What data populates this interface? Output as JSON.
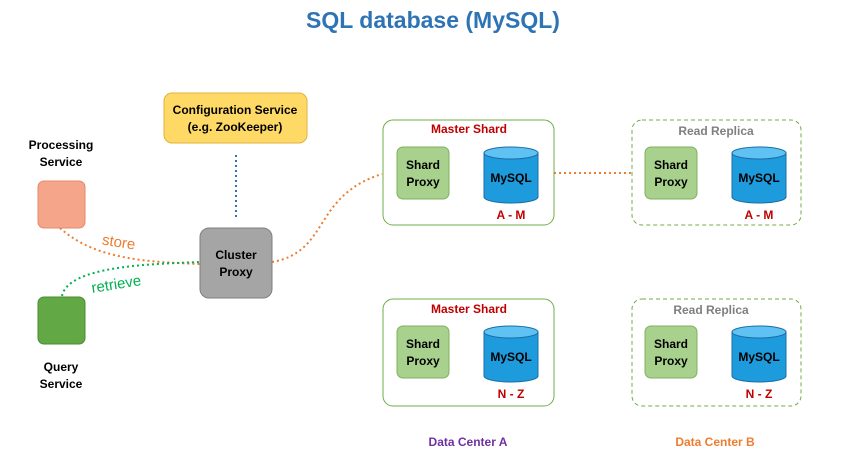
{
  "title": "SQL database (MySQL)",
  "colors": {
    "title": "#2e74b5",
    "config_fill": "#ffd966",
    "config_stroke": "#e2b13c",
    "processing_fill": "#f4a58a",
    "processing_stroke": "#e58a6a",
    "query_fill": "#62a844",
    "query_stroke": "#4e8a35",
    "cluster_fill": "#a5a5a5",
    "cluster_stroke": "#7f7f7f",
    "container_stroke": "#70ad47",
    "proxy_fill": "#a9d18e",
    "proxy_stroke": "#7fb05c",
    "db_fill": "#1e9bdc",
    "db_top": "#5fc2f2",
    "db_stroke": "#1a6ea6",
    "master_label": "#c00000",
    "replica_label": "#7f7f7f",
    "range_label": "#c00000",
    "dc_a": "#7030a0",
    "dc_b": "#ed7d31",
    "store_line": "#ed7d31",
    "retrieve_line": "#00b050",
    "config_line": "#2e74b5",
    "shard_line": "#ed7d31"
  },
  "config_service": {
    "line1": "Configuration Service",
    "line2": "(e.g. ZooKeeper)"
  },
  "processing_service": {
    "line1": "Processing",
    "line2": "Service"
  },
  "query_service": {
    "line1": "Query",
    "line2": "Service"
  },
  "cluster_proxy": {
    "line1": "Cluster",
    "line2": "Proxy"
  },
  "connections": {
    "store": "store",
    "retrieve": "retrieve"
  },
  "shards": {
    "master_am": {
      "label": "Master Shard",
      "proxy_line1": "Shard",
      "proxy_line2": "Proxy",
      "db": "MySQL",
      "range": "A - M"
    },
    "replica_am": {
      "label": "Read Replica",
      "proxy_line1": "Shard",
      "proxy_line2": "Proxy",
      "db": "MySQL",
      "range": "A - M"
    },
    "master_nz": {
      "label": "Master Shard",
      "proxy_line1": "Shard",
      "proxy_line2": "Proxy",
      "db": "MySQL",
      "range": "N - Z"
    },
    "replica_nz": {
      "label": "Read Replica",
      "proxy_line1": "Shard",
      "proxy_line2": "Proxy",
      "db": "MySQL",
      "range": "N - Z"
    }
  },
  "data_centers": {
    "a": "Data Center A",
    "b": "Data Center B"
  }
}
